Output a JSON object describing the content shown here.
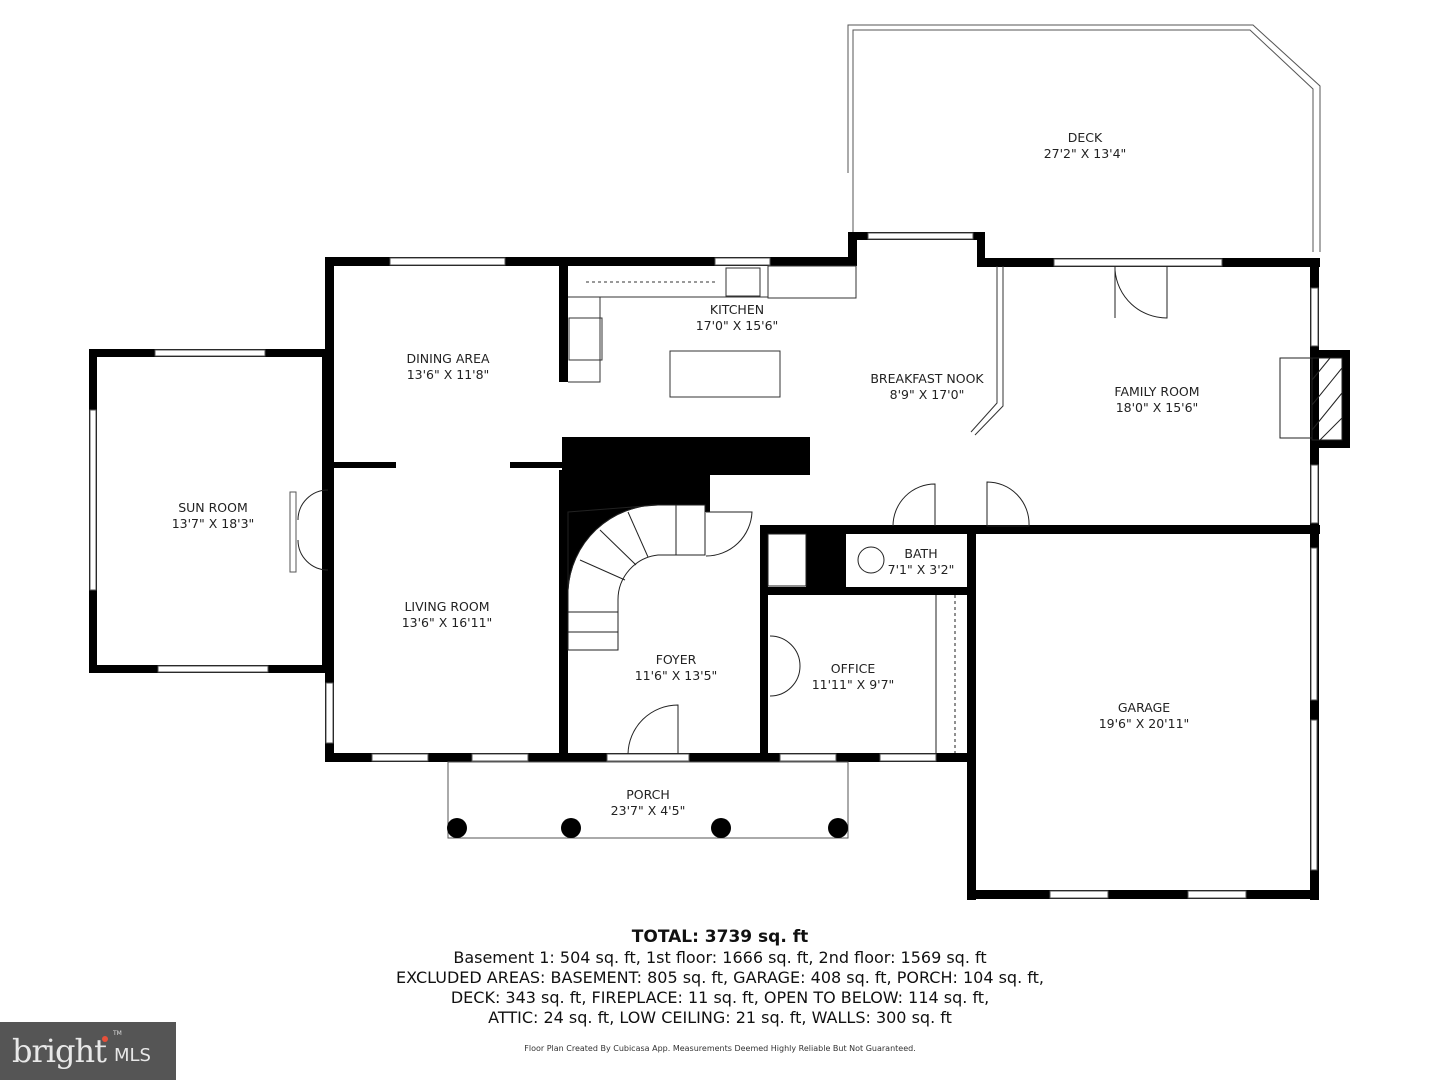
{
  "rooms": {
    "deck": {
      "name": "DECK",
      "size": "27'2\" X 13'4\""
    },
    "kitchen": {
      "name": "KITCHEN",
      "size": "17'0\" X 15'6\""
    },
    "dining": {
      "name": "DINING AREA",
      "size": "13'6\" X 11'8\""
    },
    "breakfast": {
      "name": "BREAKFAST NOOK",
      "size": "8'9\" X 17'0\""
    },
    "family": {
      "name": "FAMILY ROOM",
      "size": "18'0\" X 15'6\""
    },
    "sunroom": {
      "name": "SUN ROOM",
      "size": "13'7\" X 18'3\""
    },
    "living": {
      "name": "LIVING ROOM",
      "size": "13'6\" X 16'11\""
    },
    "bath": {
      "name": "BATH",
      "size": "7'1\" X 3'2\""
    },
    "foyer": {
      "name": "FOYER",
      "size": "11'6\" X 13'5\""
    },
    "office": {
      "name": "OFFICE",
      "size": "11'11\" X 9'7\""
    },
    "garage": {
      "name": "GARAGE",
      "size": "19'6\" X 20'11\""
    },
    "porch": {
      "name": "PORCH",
      "size": "23'7\" X 4'5\""
    }
  },
  "summary": {
    "total": "TOTAL: 3739 sq. ft",
    "floors": "Basement 1: 504 sq. ft, 1st floor: 1666 sq. ft, 2nd floor: 1569 sq. ft",
    "excluded_1": "EXCLUDED AREAS: BASEMENT: 805 sq. ft, GARAGE: 408 sq. ft, PORCH: 104 sq. ft,",
    "excluded_2": "DECK: 343 sq. ft, FIREPLACE: 11 sq. ft, OPEN TO BELOW: 114 sq. ft,",
    "excluded_3": "ATTIC: 24 sq. ft, LOW CEILING: 21 sq. ft, WALLS: 300 sq. ft"
  },
  "credit": "Floor Plan Created By Cubicasa App. Measurements Deemed Highly Reliable But Not Guaranteed.",
  "logo": {
    "brand": "bright",
    "suffix": "MLS",
    "tm": "TM"
  },
  "colors": {
    "wall": "#000000",
    "background": "#ffffff",
    "logo_bg": "#555555",
    "logo_accent": "#e8503a"
  }
}
